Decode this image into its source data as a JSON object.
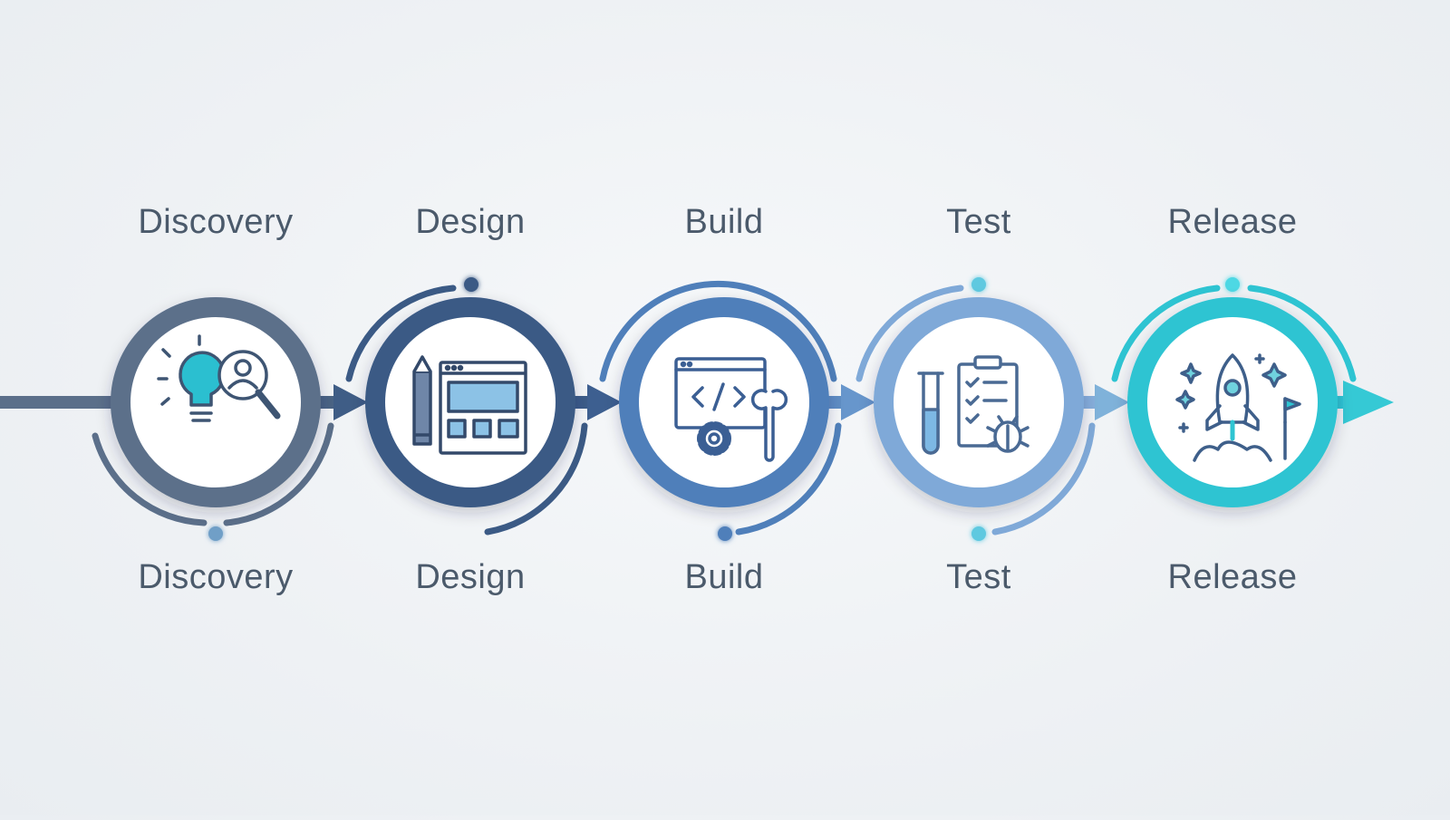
{
  "steps": [
    {
      "id": "discovery",
      "label": "Discovery",
      "icon": "lightbulb-magnifier-user-icon",
      "color": "#5b6f8a"
    },
    {
      "id": "design",
      "label": "Design",
      "icon": "pencil-wireframe-icon",
      "color": "#3b5a85"
    },
    {
      "id": "build",
      "label": "Build",
      "icon": "code-gear-wrench-icon",
      "color": "#4f7fba"
    },
    {
      "id": "test",
      "label": "Test",
      "icon": "testtube-checklist-bug-icon",
      "color": "#7fa9d8"
    },
    {
      "id": "release",
      "label": "Release",
      "icon": "rocket-flag-icon",
      "color": "#2ec4d2"
    }
  ]
}
